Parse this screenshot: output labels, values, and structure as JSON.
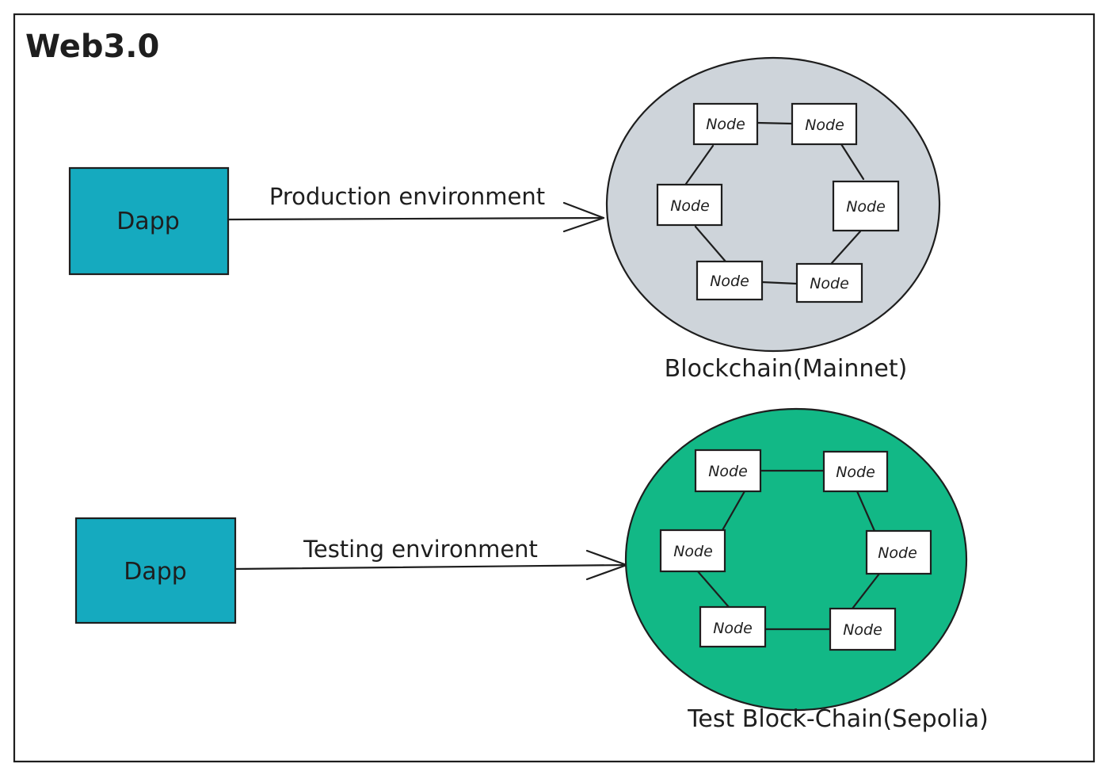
{
  "title": "Web3.0",
  "colors": {
    "dapp": "#15aabf",
    "mainnet": "#ced4da",
    "testnet": "#12b886",
    "stroke": "#1e1e1e",
    "node_fill": "#ffffff"
  },
  "mainnet": {
    "dapp_label": "Dapp",
    "arrow_label": "Production environment",
    "caption": "Blockchain(Mainnet)",
    "nodes": [
      "Node",
      "Node",
      "Node",
      "Node",
      "Node",
      "Node"
    ]
  },
  "testnet": {
    "dapp_label": "Dapp",
    "arrow_label": "Testing environment",
    "caption": "Test Block-Chain(Sepolia)",
    "nodes": [
      "Node",
      "Node",
      "Node",
      "Node",
      "Node",
      "Node"
    ]
  }
}
